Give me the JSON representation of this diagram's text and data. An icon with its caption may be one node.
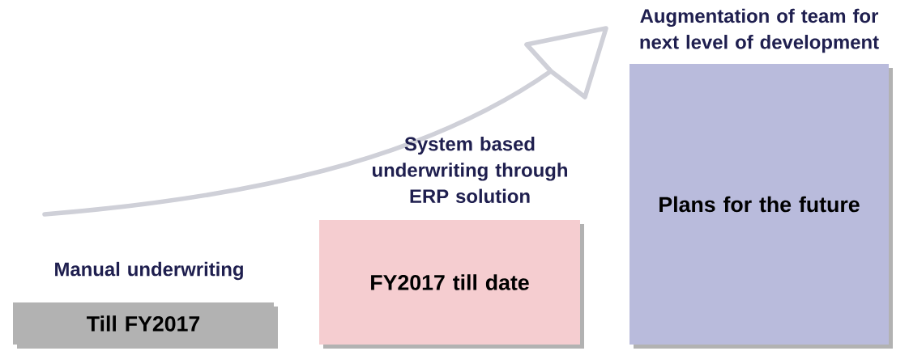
{
  "diagram": {
    "nodes": [
      {
        "text": [
          "Manual underwriting",
          "Till FY2017"
        ]
      },
      {
        "text": [
          "System based underwriting through ERP solution",
          "FY2017 till date"
        ]
      },
      {
        "text": [
          "Augmentation of team for next level of development",
          "Plans for the future"
        ]
      }
    ]
  }
}
